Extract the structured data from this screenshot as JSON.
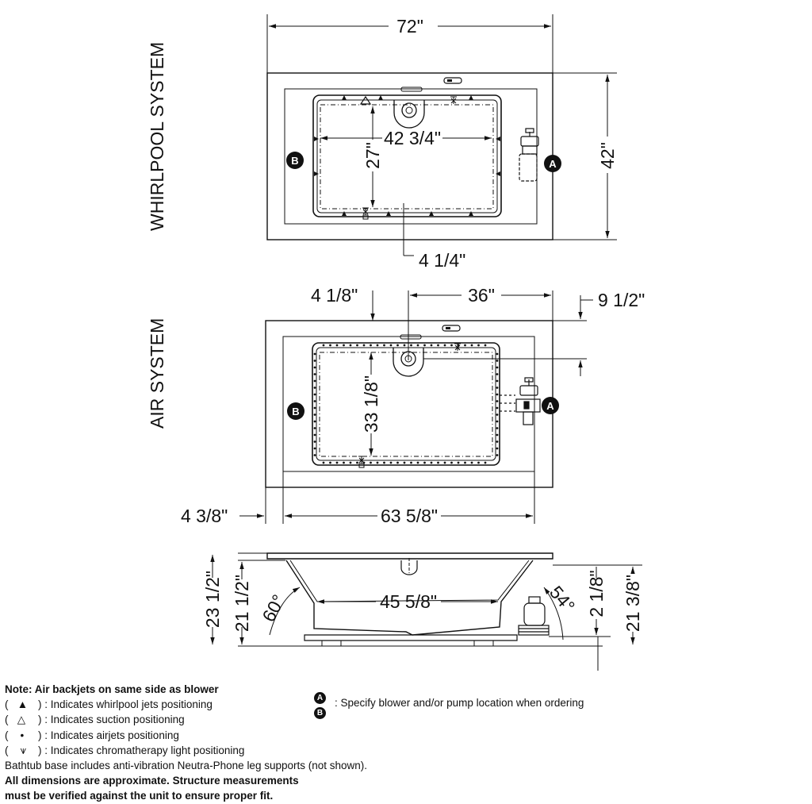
{
  "whirlpool": {
    "title": "WHIRLPOOL SYSTEM",
    "dim_width": "72\"",
    "dim_depth": "42\"",
    "dim_inner_width": "42 3/4\"",
    "dim_inner_depth": "27\"",
    "dim_offset": "4 1/4\""
  },
  "air": {
    "title": "AIR SYSTEM",
    "dim_left_offset": "4 1/8\"",
    "dim_drain": "36\"",
    "dim_right_offset": "9 1/2\"",
    "dim_inner_depth": "33 1/8\"",
    "dim_base_offset": "4 3/8\"",
    "dim_inner_length": "63 5/8\""
  },
  "side": {
    "dim_total_height": "23 1/2\"",
    "dim_inner_height": "21 1/2\"",
    "dim_angle_left": "60°",
    "dim_bottom_length": "45 5/8\"",
    "dim_angle_right": "54°",
    "dim_step": "2 1/8\"",
    "dim_right_height": "21 3/8\""
  },
  "markers": {
    "a": "A",
    "b": "B"
  },
  "notes": {
    "header": "Note: Air backjets on same side as blower",
    "legend": [
      {
        "icon": "filled-triangle-icon",
        "text": ") : Indicates whirlpool jets positioning"
      },
      {
        "icon": "outline-triangle-icon",
        "text": ") : Indicates suction positioning"
      },
      {
        "icon": "dot-icon",
        "text": ") : Indicates airjets positioning"
      },
      {
        "icon": "light-icon",
        "text": ") : Indicates chromatherapy light positioning"
      }
    ],
    "open_paren": "(",
    "base_note": "Bathtub base includes anti-vibration Neutra-Phone leg supports (not shown).",
    "warning_line1": "All dimensions are approximate. Structure measurements",
    "warning_line2": "must be verified against the unit to ensure proper fit."
  },
  "ab_note": ": Specify blower and/or pump location when ordering"
}
